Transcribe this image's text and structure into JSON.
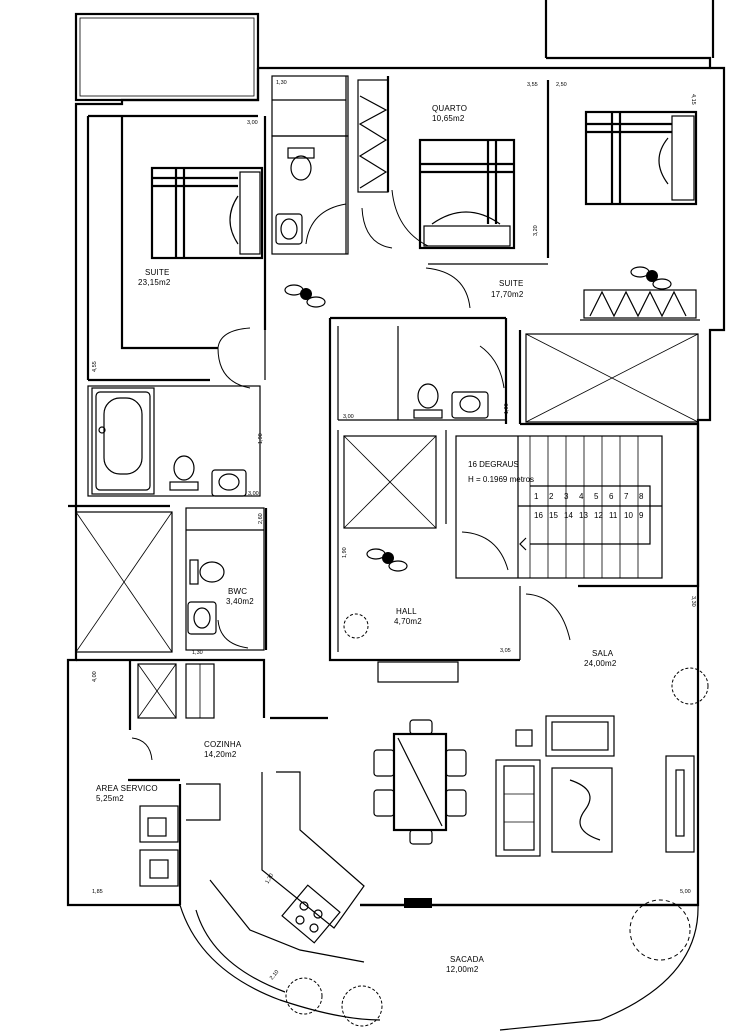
{
  "rooms": {
    "suite1": {
      "name": "SUITE",
      "area": "23,15m2"
    },
    "quarto": {
      "name": "QUARTO",
      "area": "10,65m2"
    },
    "suite2": {
      "name": "SUITE",
      "area": "17,70m2"
    },
    "bwc": {
      "name": "BWC",
      "area": "3,40m2"
    },
    "hall": {
      "name": "HALL",
      "area": "4,70m2"
    },
    "sala": {
      "name": "SALA",
      "area": "24,00m2"
    },
    "cozinha": {
      "name": "COZINHA",
      "area": "14,20m2"
    },
    "area_servico": {
      "name": "AREA SERVICO",
      "area": "5,25m2"
    },
    "sacada": {
      "name": "SACADA",
      "area": "12,00m2"
    }
  },
  "stairs": {
    "degraus": "16 DEGRAUS",
    "height": "H = 0.1969 metros",
    "upper_steps": [
      "1",
      "2",
      "3",
      "4",
      "5",
      "6",
      "7",
      "8"
    ],
    "lower_steps": [
      "16",
      "15",
      "14",
      "13",
      "12",
      "11",
      "10",
      "9"
    ]
  },
  "dimensions": {
    "d1": "1,30",
    "d2": "3,00",
    "d3": "3,55",
    "d4": "2,50",
    "d5": "4,15",
    "d6": "3,20",
    "d7": "4,55",
    "d8": "1,90",
    "d9": "3,00",
    "d10": "1,90",
    "d11": "3,00",
    "d12": "2,60",
    "d13": "1,30",
    "d14": "1,90",
    "d15": "3,05",
    "d16": "3,30",
    "d17": "4,00",
    "d18": "1,85",
    "d19": "5,00",
    "d20": "2,10",
    "d21": "1,30"
  },
  "icons": [
    "bed-icon",
    "toilet-icon",
    "sink-icon",
    "bathtub-icon",
    "wardrobe-icon",
    "ceiling-fan-icon",
    "plant-icon",
    "dining-table-icon",
    "sofa-icon",
    "armchair-icon",
    "stove-icon",
    "tank-icon",
    "tv-icon"
  ]
}
